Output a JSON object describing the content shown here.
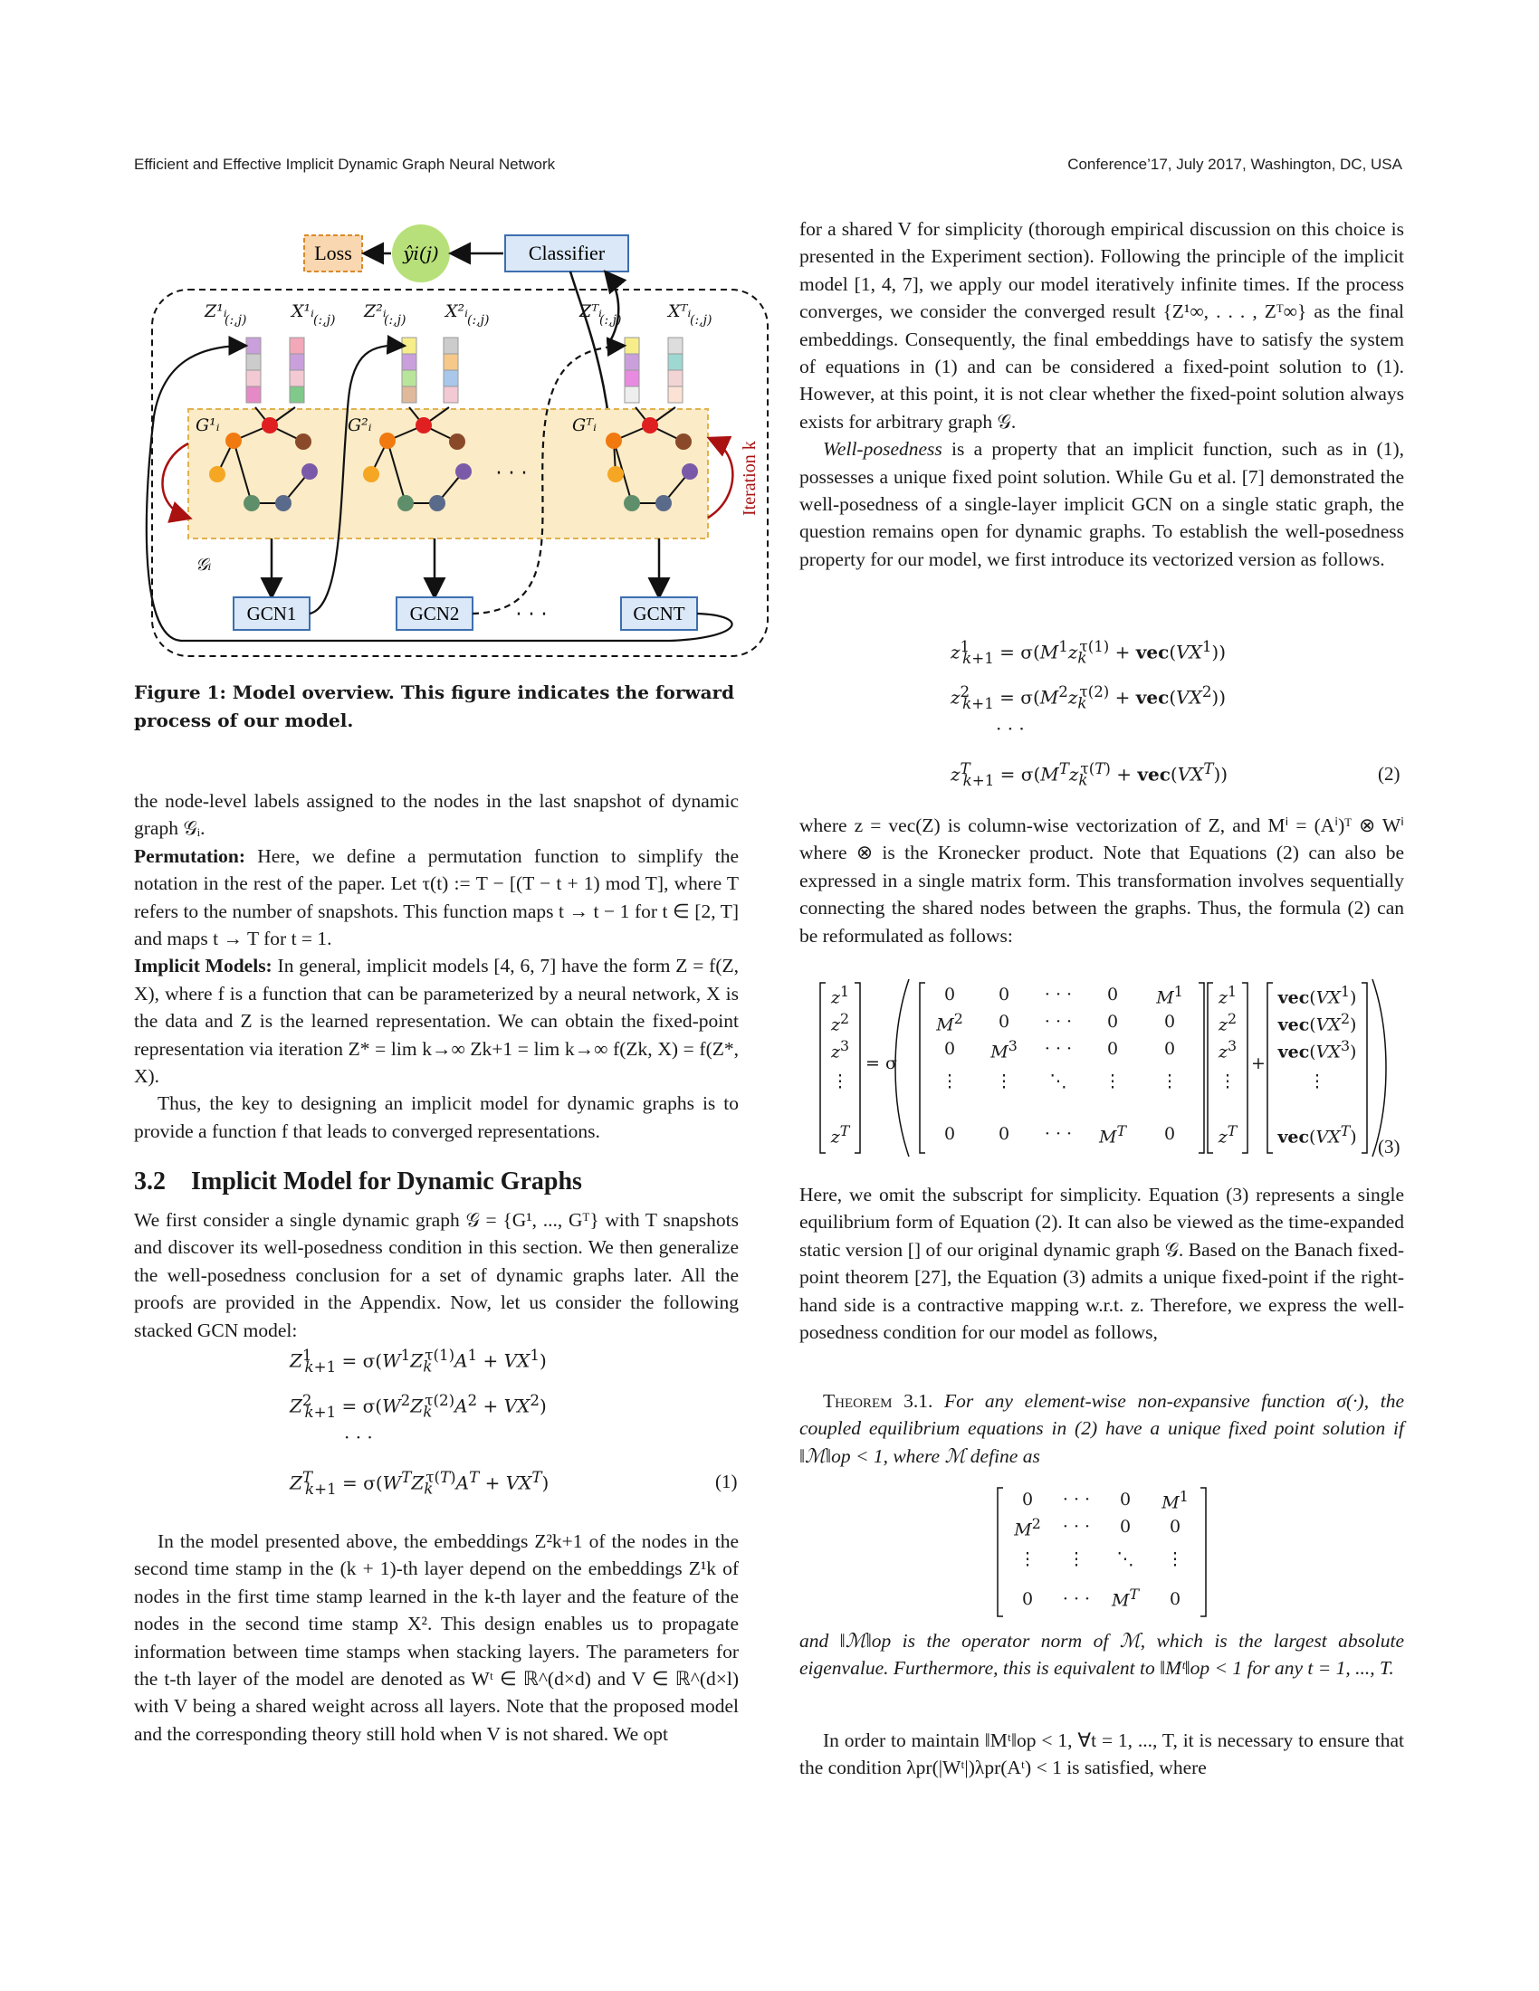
{
  "header": {
    "left": "Efficient and Effective Implicit Dynamic Graph Neural Network",
    "right": "Conference’17, July 2017, Washington, DC, USA"
  },
  "figure": {
    "loss": "Loss",
    "yhat": "ŷi(j)",
    "classifier": "Classifier",
    "iteration": "Iteration k",
    "dots": "· · ·",
    "gcn1": "GCN1",
    "gcn2": "GCN2",
    "gcnT": "GCNT",
    "caption": "Figure 1: Model overview. This figure indicates the forward process of our model."
  },
  "left": {
    "p1": "the node-level labels assigned to the nodes in the last snapshot of dynamic graph 𝒢ᵢ.",
    "perm_label": "Permutation:",
    "perm_text": " Here, we define a permutation function to simplify the notation in the rest of the paper. Let τ(t) := T − [(T − t + 1) mod T], where T refers to the number of snapshots. This function maps t → t − 1 for t ∈ [2, T] and maps t → T for t = 1.",
    "impl_label": "Implicit Models:",
    "impl_text": " In general, implicit models [4, 6, 7] have the form Z = f(Z, X), where f is a function that can be parameterized by a neural network, X is the data and Z is the learned representation. We can obtain the fixed-point representation via iteration Z* = lim k→∞ Zk+1 = lim k→∞ f(Zk, X) = f(Z*, X).",
    "p_thus": "Thus, the key to designing an implicit model for dynamic graphs is to provide a function f that leads to converged representations.",
    "section": "3.2    Implicit Model for Dynamic Graphs",
    "p_sec": "We first consider a single dynamic graph 𝒢 = {G¹, ..., Gᵀ} with T snapshots and discover its well-posedness condition in this section. We then generalize the well-posedness conclusion for a set of dynamic graphs later. All the proofs are provided in the Appendix. Now, let us consider the following stacked GCN model:",
    "eq1_num": "(1)",
    "p_after": "In the model presented above, the embeddings Z²k+1 of the nodes in the second time stamp in the (k + 1)-th layer depend on the embeddings Z¹k of nodes in the first time stamp learned in the k-th layer and the feature of the nodes in the second time stamp X². This design enables us to propagate information between time stamps when stacking layers. The parameters for the t-th layer of the model are denoted as Wᵗ ∈ ℝ^(d×d) and V ∈ ℝ^(d×l) with V being a shared weight across all layers. Note that the proposed model and the corresponding theory still hold when V is not shared. We opt"
  },
  "right": {
    "p1": "for a shared V for simplicity (thorough empirical discussion on this choice is presented in the Experiment section). Following the principle of the implicit model [1, 4, 7], we apply our model iteratively infinite times. If the process converges, we consider the converged result {Z¹∞, . . . , Zᵀ∞} as the final embeddings. Consequently, the final embeddings have to satisfy the system of equations in (1) and can be considered a fixed-point solution to (1). However, at this point, it is not clear whether the fixed-point solution always exists for arbitrary graph 𝒢.",
    "p2_em": "Well-posedness",
    "p2": " is a property that an implicit function, such as in (1), possesses a unique fixed point solution. While Gu et al. [7] demonstrated the well-posedness of a single-layer implicit GCN on a single static graph, the question remains open for dynamic graphs. To establish the well-posedness property for our model, we first introduce its vectorized version as follows.",
    "eq2_num": "(2)",
    "p3": "where z = vec(Z) is column-wise vectorization of Z, and Mⁱ = (Aⁱ)ᵀ ⊗ Wⁱ where ⊗ is the Kronecker product. Note that Equations (2) can also be expressed in a single matrix form. This transformation involves sequentially connecting the shared nodes between the graphs. Thus, the formula (2) can be reformulated as follows:",
    "eq3_num": "(3)",
    "p4": "Here, we omit the subscript for simplicity. Equation (3) represents a single equilibrium form of Equation (2). It can also be viewed as the time-expanded static version [] of our original dynamic graph 𝒢. Based on the Banach fixed-point theorem [27], the Equation (3) admits a unique fixed-point if the right-hand side is a contractive mapping w.r.t. z. Therefore, we express the well-posedness condition for our model as follows,",
    "thm_head": "Theorem 3.1.",
    "thm_text": " For any element-wise non-expansive function σ(·), the coupled equilibrium equations in (2) have a unique fixed point solution if ‖ℳ‖op < 1, where ℳ define as",
    "thm_after": "and ‖ℳ‖op is the operator norm of ℳ, which is the largest absolute eigenvalue. Furthermore, this is equivalent to ‖Mᵗ‖op < 1 for any t = 1, ..., T.",
    "p5": "In order to maintain ‖Mᵗ‖op < 1, ∀t = 1, ..., T, it is necessary to ensure that the condition λpr(|Wᵗ|)λpr(Aᵗ) < 1 is satisfied, where"
  }
}
